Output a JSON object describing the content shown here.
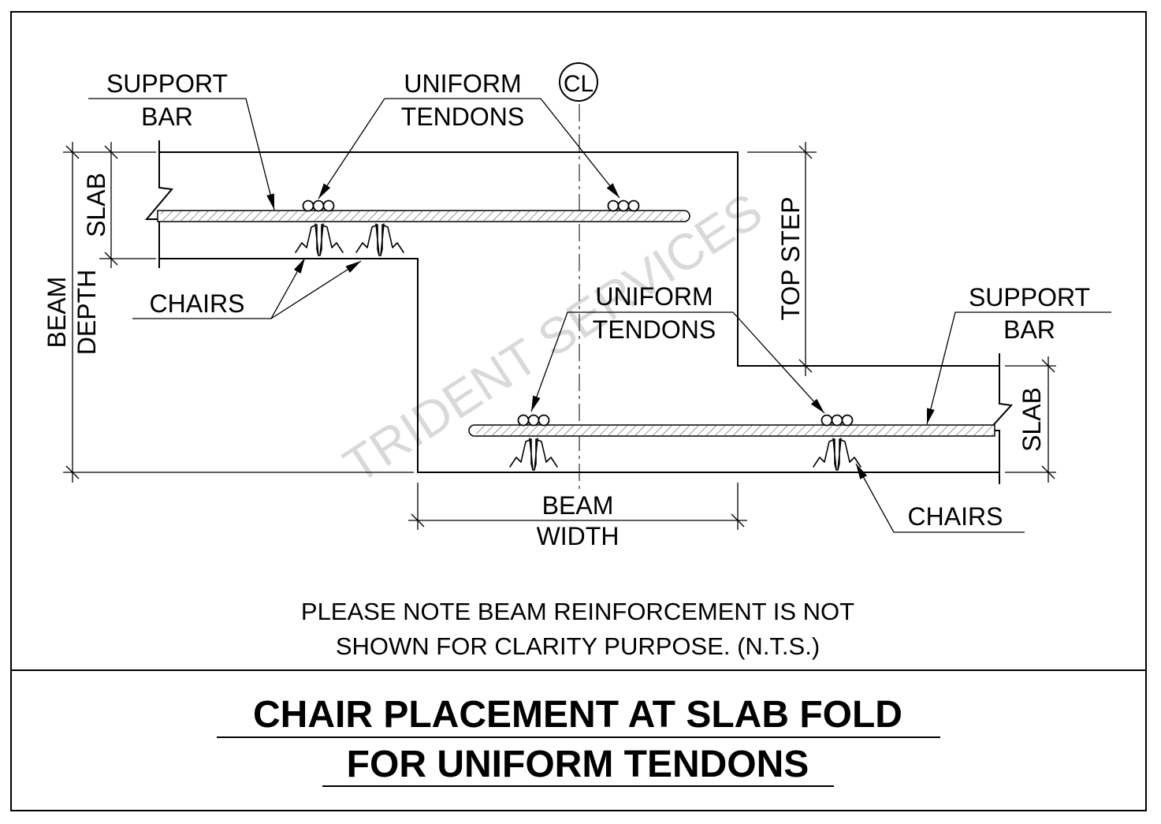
{
  "labels": {
    "support_bar_left": [
      "SUPPORT",
      "BAR"
    ],
    "uniform_tendons_top": [
      "UNIFORM",
      "TENDONS"
    ],
    "centerline": "CL",
    "slab_left": "SLAB",
    "beam_depth": [
      "BEAM",
      "DEPTH"
    ],
    "chairs_left": "CHAIRS",
    "top_step": "TOP STEP",
    "uniform_tendons_bottom": [
      "UNIFORM",
      "TENDONS"
    ],
    "support_bar_right": [
      "SUPPORT",
      "BAR"
    ],
    "slab_right": "SLAB",
    "beam_width": [
      "BEAM",
      "WIDTH"
    ],
    "chairs_right": "CHAIRS"
  },
  "note": [
    "PLEASE NOTE BEAM REINFORCEMENT IS NOT",
    "SHOWN FOR CLARITY PURPOSE. (N.T.S.)"
  ],
  "title": [
    "CHAIR PLACEMENT AT SLAB FOLD",
    "FOR UNIFORM TENDONS"
  ],
  "watermark": "TRIDENT SERVICES"
}
